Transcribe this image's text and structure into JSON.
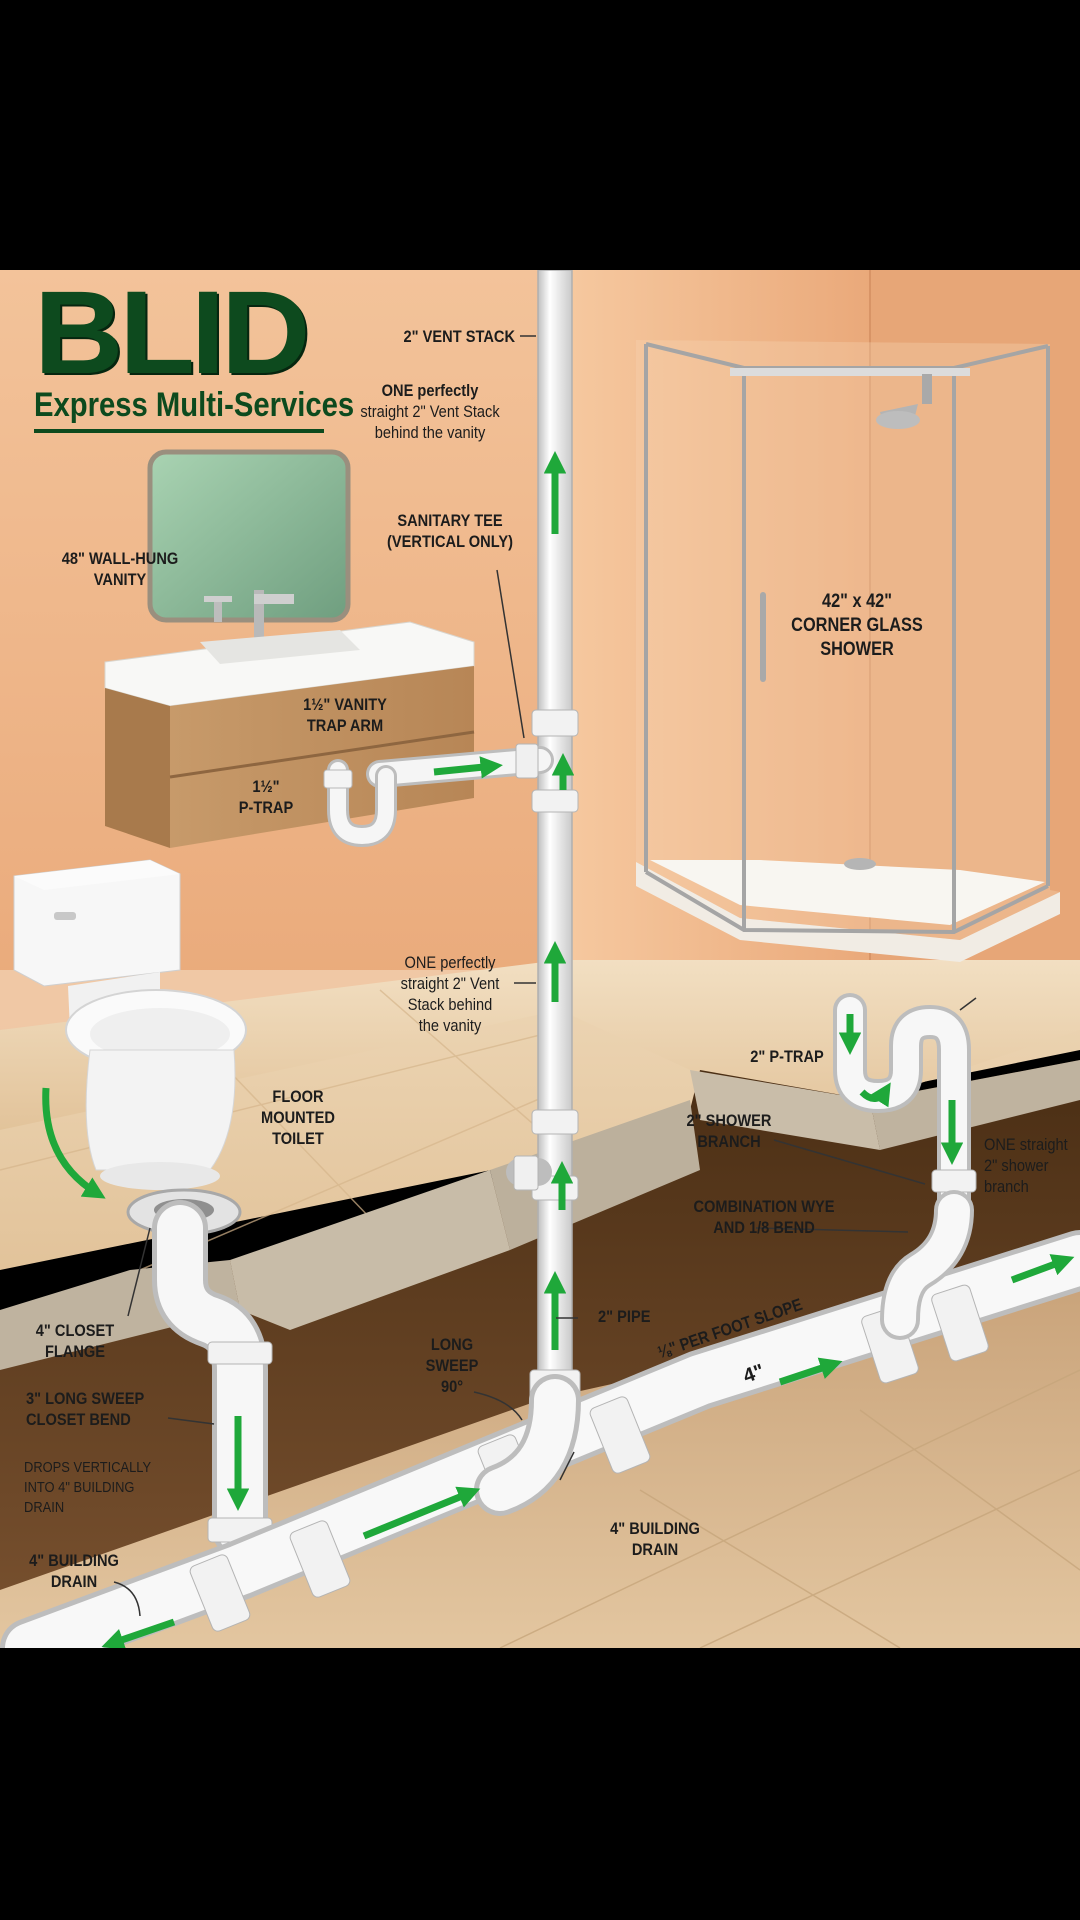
{
  "brand": {
    "name": "BLID",
    "tagline": "Express Multi-Services",
    "color": "#0d4a1e"
  },
  "colors": {
    "wall": "#f0b88a",
    "floor": "#ecd3ad",
    "soil": "#5a3a1c",
    "pipe": "#f4f4f4",
    "flow_arrow": "#1fa83a"
  },
  "labels": {
    "vent_stack": "2\" VENT STACK",
    "vent_note_top_1": "ONE perfectly",
    "vent_note_top_2": "straight 2\" Vent Stack",
    "vent_note_top_3": "behind the vanity",
    "sanitary_tee_1": "SANITARY TEE",
    "sanitary_tee_2": "(VERTICAL ONLY)",
    "vanity_1": "48\" WALL-HUNG",
    "vanity_2": "VANITY",
    "trap_arm_1": "1½\" VANITY",
    "trap_arm_2": "TRAP ARM",
    "ptrap_small_1": "1½\"",
    "ptrap_small_2": "P-TRAP",
    "shower_1": "42\" x 42\"",
    "shower_2": "CORNER GLASS",
    "shower_3": "SHOWER",
    "vent_note_mid_1": "ONE perfectly",
    "vent_note_mid_2": "straight 2\" Vent",
    "vent_note_mid_3": "Stack behind",
    "vent_note_mid_4": "the vanity",
    "toilet_1": "FLOOR",
    "toilet_2": "MOUNTED",
    "toilet_3": "TOILET",
    "shower_ptrap": "2\" P-TRAP",
    "shower_branch_1": "2\" SHOWER",
    "shower_branch_2": "BRANCH",
    "one_straight_1": "ONE straight",
    "one_straight_2": "2\" shower",
    "one_straight_3": "branch",
    "combo_wye_1": "COMBINATION WYE",
    "combo_wye_2": "AND 1/8 BEND",
    "closet_flange_1": "4\" CLOSET",
    "closet_flange_2": "FLANGE",
    "long_sweep_1": "LONG",
    "long_sweep_2": "SWEEP",
    "long_sweep_3": "90°",
    "pipe_2in": "2\" PIPE",
    "slope": "⅛\" PER FOOT SLOPE",
    "main_size": "4\"",
    "closet_bend_1": "3\" LONG SWEEP",
    "closet_bend_2": "CLOSET BEND",
    "drops_1": "DROPS VERTICALLY",
    "drops_2": "INTO 4\" BUILDING",
    "drops_3": "DRAIN",
    "building_drain_mid_1": "4\" BUILDING",
    "building_drain_mid_2": "DRAIN",
    "building_drain_left_1": "4\" BUILDING",
    "building_drain_left_2": "DRAIN"
  }
}
